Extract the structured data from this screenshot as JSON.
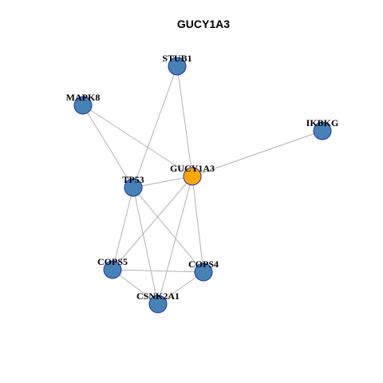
{
  "title": "GUCY1A3",
  "colors": {
    "background": "#ffffff",
    "edge": "#b3b3b3",
    "node_default_fill": "#4682b4",
    "node_highlight_fill": "#ffa500",
    "node_stroke": "#1f2fbf"
  },
  "nodes": [
    {
      "id": "GUCY1A3",
      "label": "GUCY1A3",
      "highlight": true
    },
    {
      "id": "STUB1",
      "label": "STUB1",
      "highlight": false
    },
    {
      "id": "MAPK8",
      "label": "MAPK8",
      "highlight": false
    },
    {
      "id": "IKBKG",
      "label": "IKBKG",
      "highlight": false
    },
    {
      "id": "TP53",
      "label": "TP53",
      "highlight": false
    },
    {
      "id": "COPS5",
      "label": "COPS5",
      "highlight": false
    },
    {
      "id": "COPS4",
      "label": "COPS4",
      "highlight": false
    },
    {
      "id": "CSNK2A1",
      "label": "CSNK2A1",
      "highlight": false
    }
  ],
  "edges": [
    {
      "source": "STUB1",
      "target": "TP53"
    },
    {
      "source": "STUB1",
      "target": "GUCY1A3"
    },
    {
      "source": "MAPK8",
      "target": "TP53"
    },
    {
      "source": "MAPK8",
      "target": "GUCY1A3"
    },
    {
      "source": "IKBKG",
      "target": "GUCY1A3"
    },
    {
      "source": "TP53",
      "target": "GUCY1A3"
    },
    {
      "source": "TP53",
      "target": "COPS5"
    },
    {
      "source": "TP53",
      "target": "COPS4"
    },
    {
      "source": "TP53",
      "target": "CSNK2A1"
    },
    {
      "source": "GUCY1A3",
      "target": "COPS5"
    },
    {
      "source": "GUCY1A3",
      "target": "COPS4"
    },
    {
      "source": "GUCY1A3",
      "target": "CSNK2A1"
    },
    {
      "source": "COPS5",
      "target": "COPS4"
    },
    {
      "source": "COPS5",
      "target": "CSNK2A1"
    },
    {
      "source": "COPS4",
      "target": "CSNK2A1"
    }
  ]
}
